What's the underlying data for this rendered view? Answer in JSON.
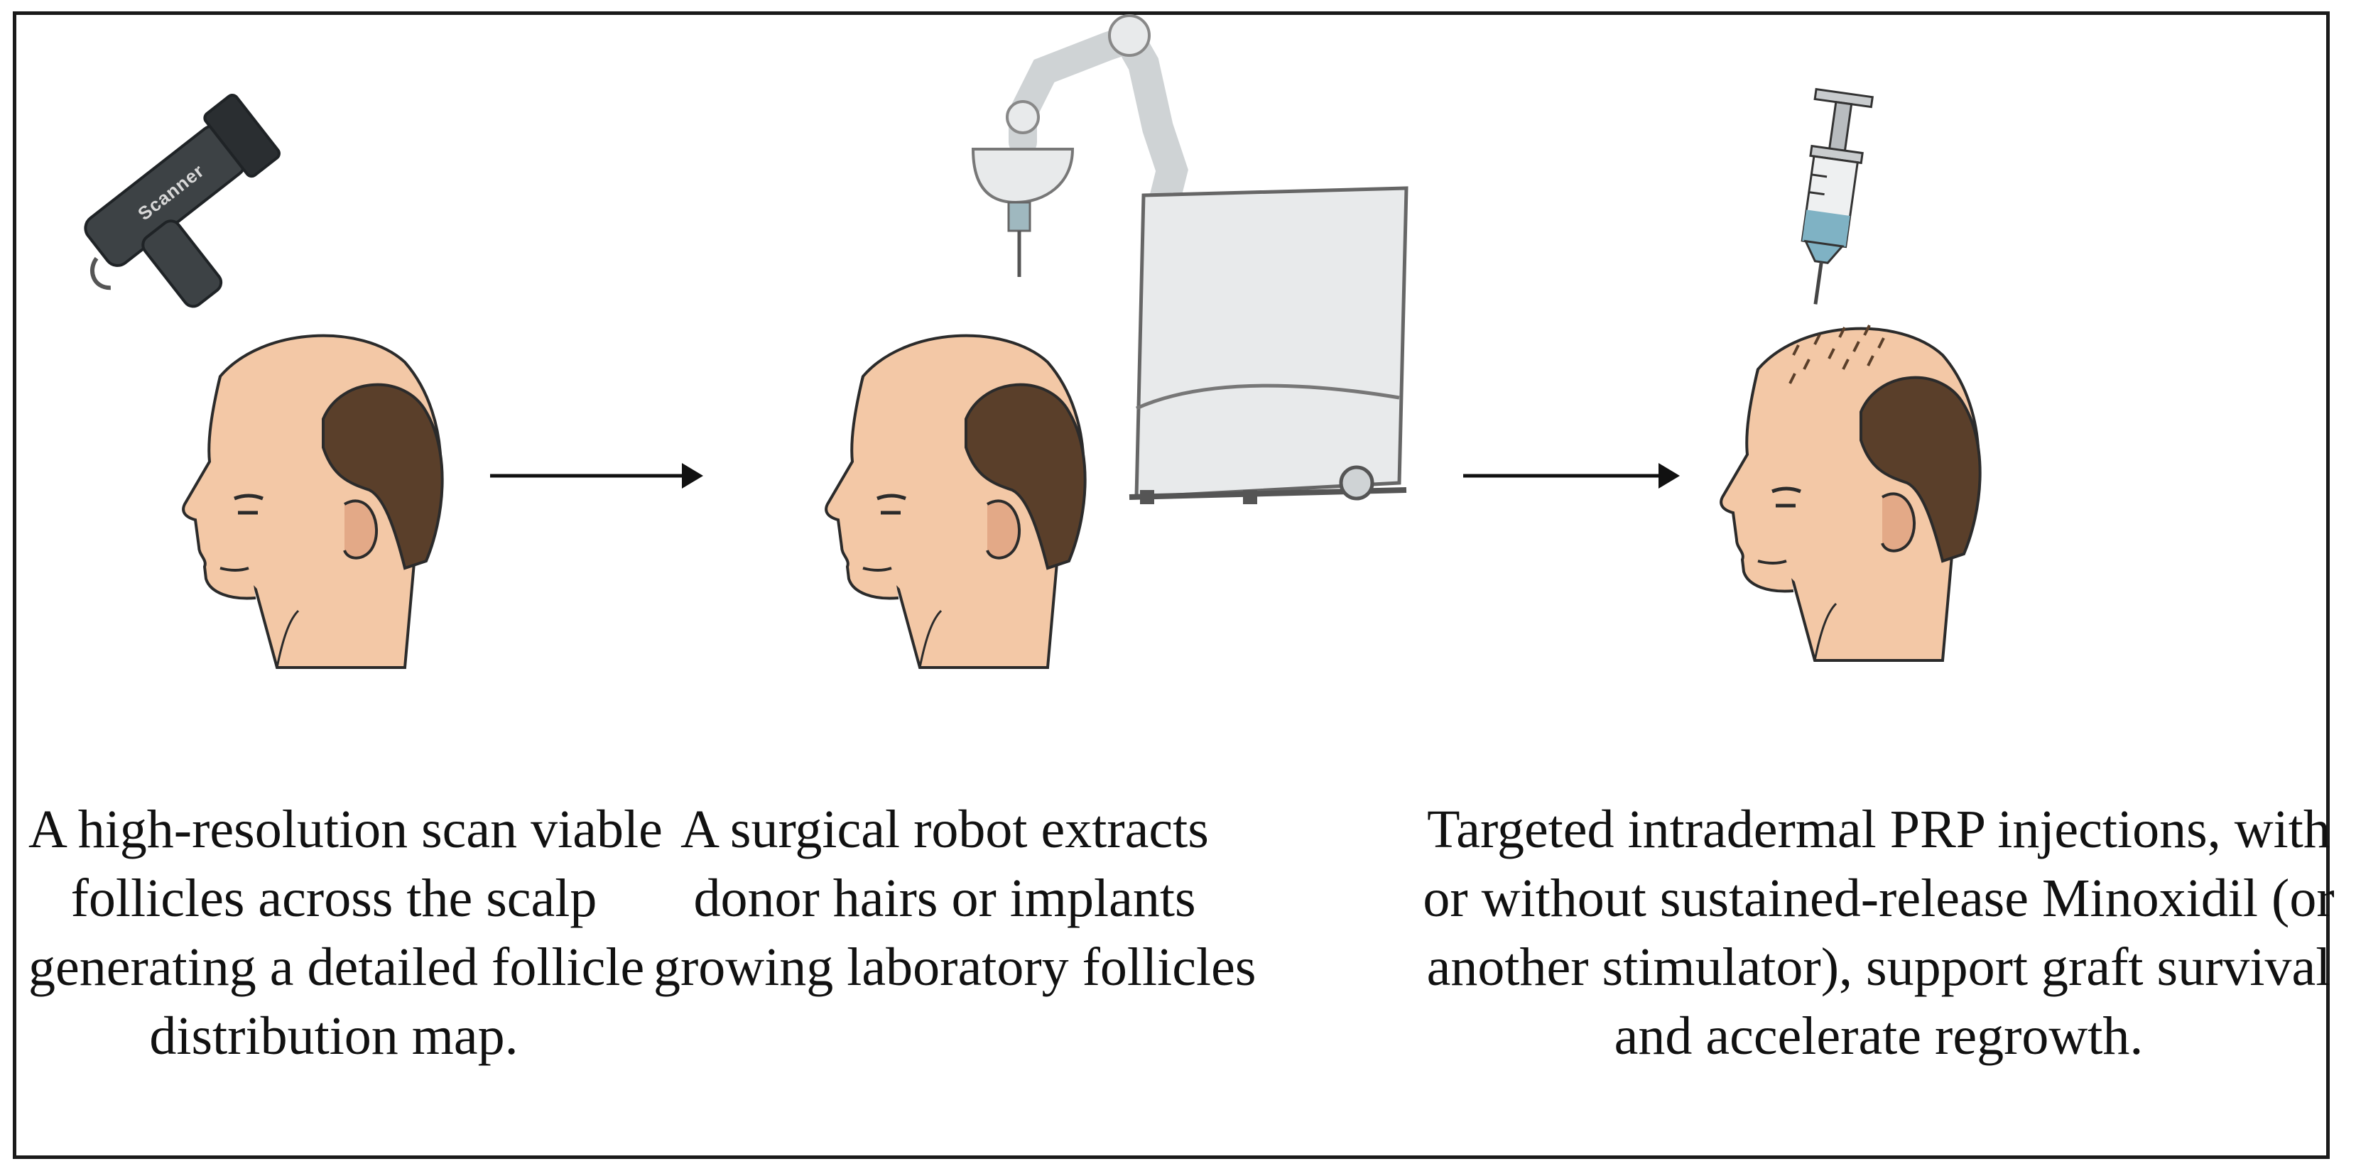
{
  "steps": [
    {
      "caption_lines": [
        "A high-resolution scan viable",
        "follicles across the scalp",
        "generating a detailed follicle",
        "distribution map."
      ],
      "device_label": "Scanner",
      "device_icon": "handheld-scanner-icon"
    },
    {
      "caption_lines": [
        "A surgical robot extracts",
        "donor hairs or implants",
        "growing laboratory follicles"
      ],
      "device_icon": "surgical-robot-icon"
    },
    {
      "caption_lines": [
        "Targeted intradermal PRP injections, with",
        "or without sustained-release Minoxidil (or",
        "another stimulator), support graft survival",
        "and accelerate regrowth."
      ],
      "device_icon": "syringe-icon"
    }
  ],
  "colors": {
    "skin": "#f3c8a6",
    "skin_shadow": "#e3a987",
    "hair": "#5a3f2a",
    "outline": "#2b2b2b",
    "robot_body": "#e8eaeb",
    "scanner_body": "#3d4245",
    "syringe_liquid": "#7fb2c4"
  }
}
